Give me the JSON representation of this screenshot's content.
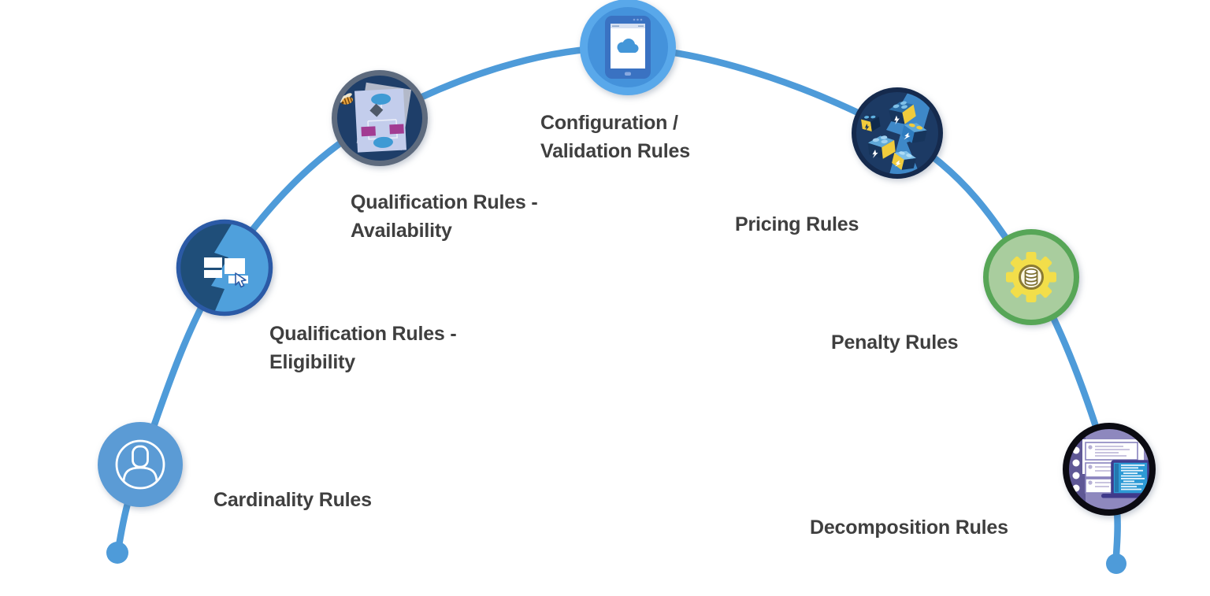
{
  "diagram": {
    "type": "arc-process-diagram",
    "background_color": "#FFFFFF",
    "arc_color": "#4E9BD9",
    "label_color": "#3F3F3F",
    "endpoint_dots": {
      "left_color": "#4E9BD9",
      "right_color": "#4E9BD9"
    },
    "nodes": [
      {
        "label": "Cardinality Rules",
        "icon": "user-avatar-icon",
        "circle_color": "#5B9BD5"
      },
      {
        "label": "Qualification Rules - Eligibility",
        "icon": "lightning-windows-icon",
        "circle_color": "#4FA0DC"
      },
      {
        "label": "Qualification Rules - Availability",
        "icon": "flowchart-document-icon",
        "circle_color": "#1E3E69"
      },
      {
        "label": "Configuration / Validation Rules",
        "icon": "mobile-phone-cloud-icon",
        "circle_color": "#59A8EA"
      },
      {
        "label": "Pricing Rules",
        "icon": "lego-bricks-icon",
        "circle_color": "#1C3A64"
      },
      {
        "label": "Penalty Rules",
        "icon": "gear-database-icon",
        "circle_color": "#A9CD9E"
      },
      {
        "label": "Decomposition Rules",
        "icon": "checklist-laptop-icon",
        "circle_color": "#8E88BE"
      }
    ]
  }
}
